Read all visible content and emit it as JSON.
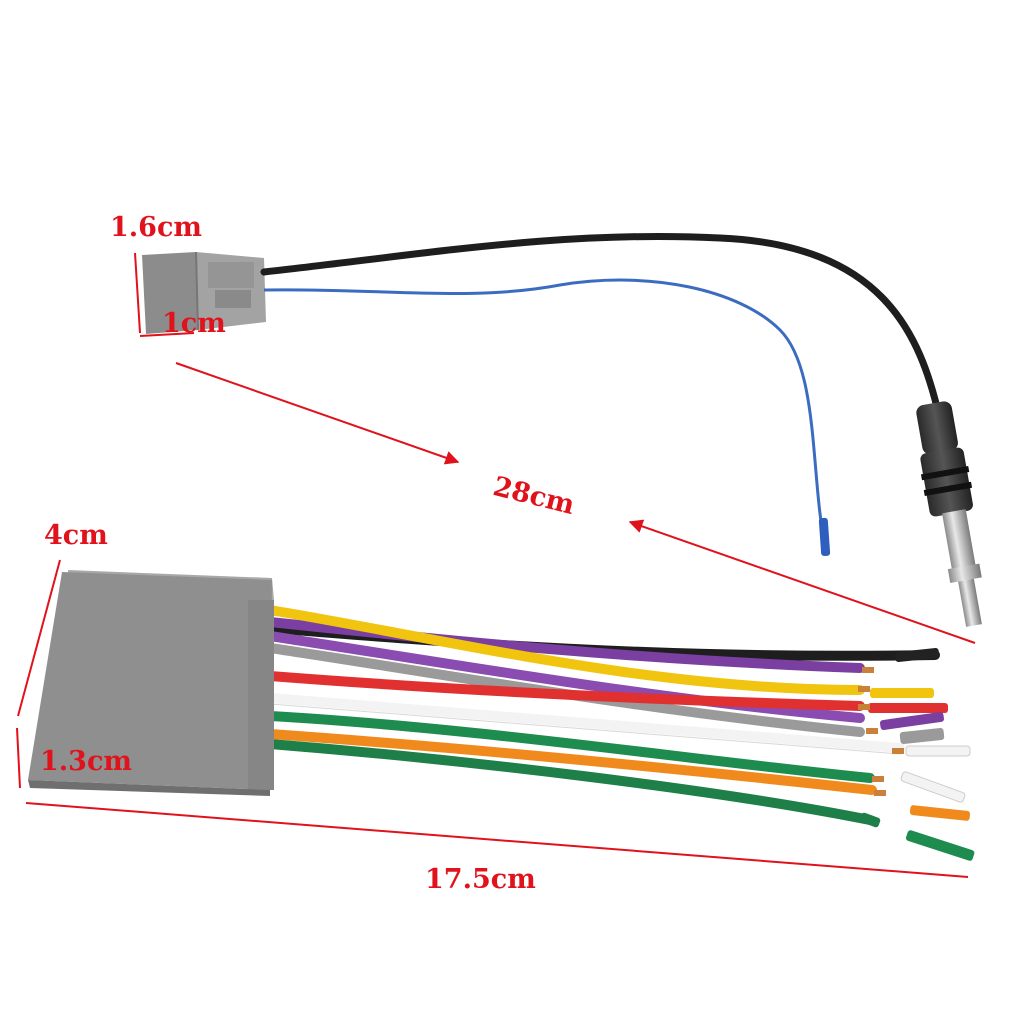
{
  "dimensions": {
    "antenna_connector_height": "1.6cm",
    "antenna_connector_width": "1cm",
    "antenna_cable_length": "28cm",
    "harness_connector_width": "4cm",
    "harness_connector_thickness": "1.3cm",
    "harness_length": "17.5cm"
  },
  "colors": {
    "annotation": "#e0121c",
    "connector_gray": "#8f8f8f",
    "cable_black": "#1e1e1e",
    "cable_blue": "#3c6cc0"
  }
}
